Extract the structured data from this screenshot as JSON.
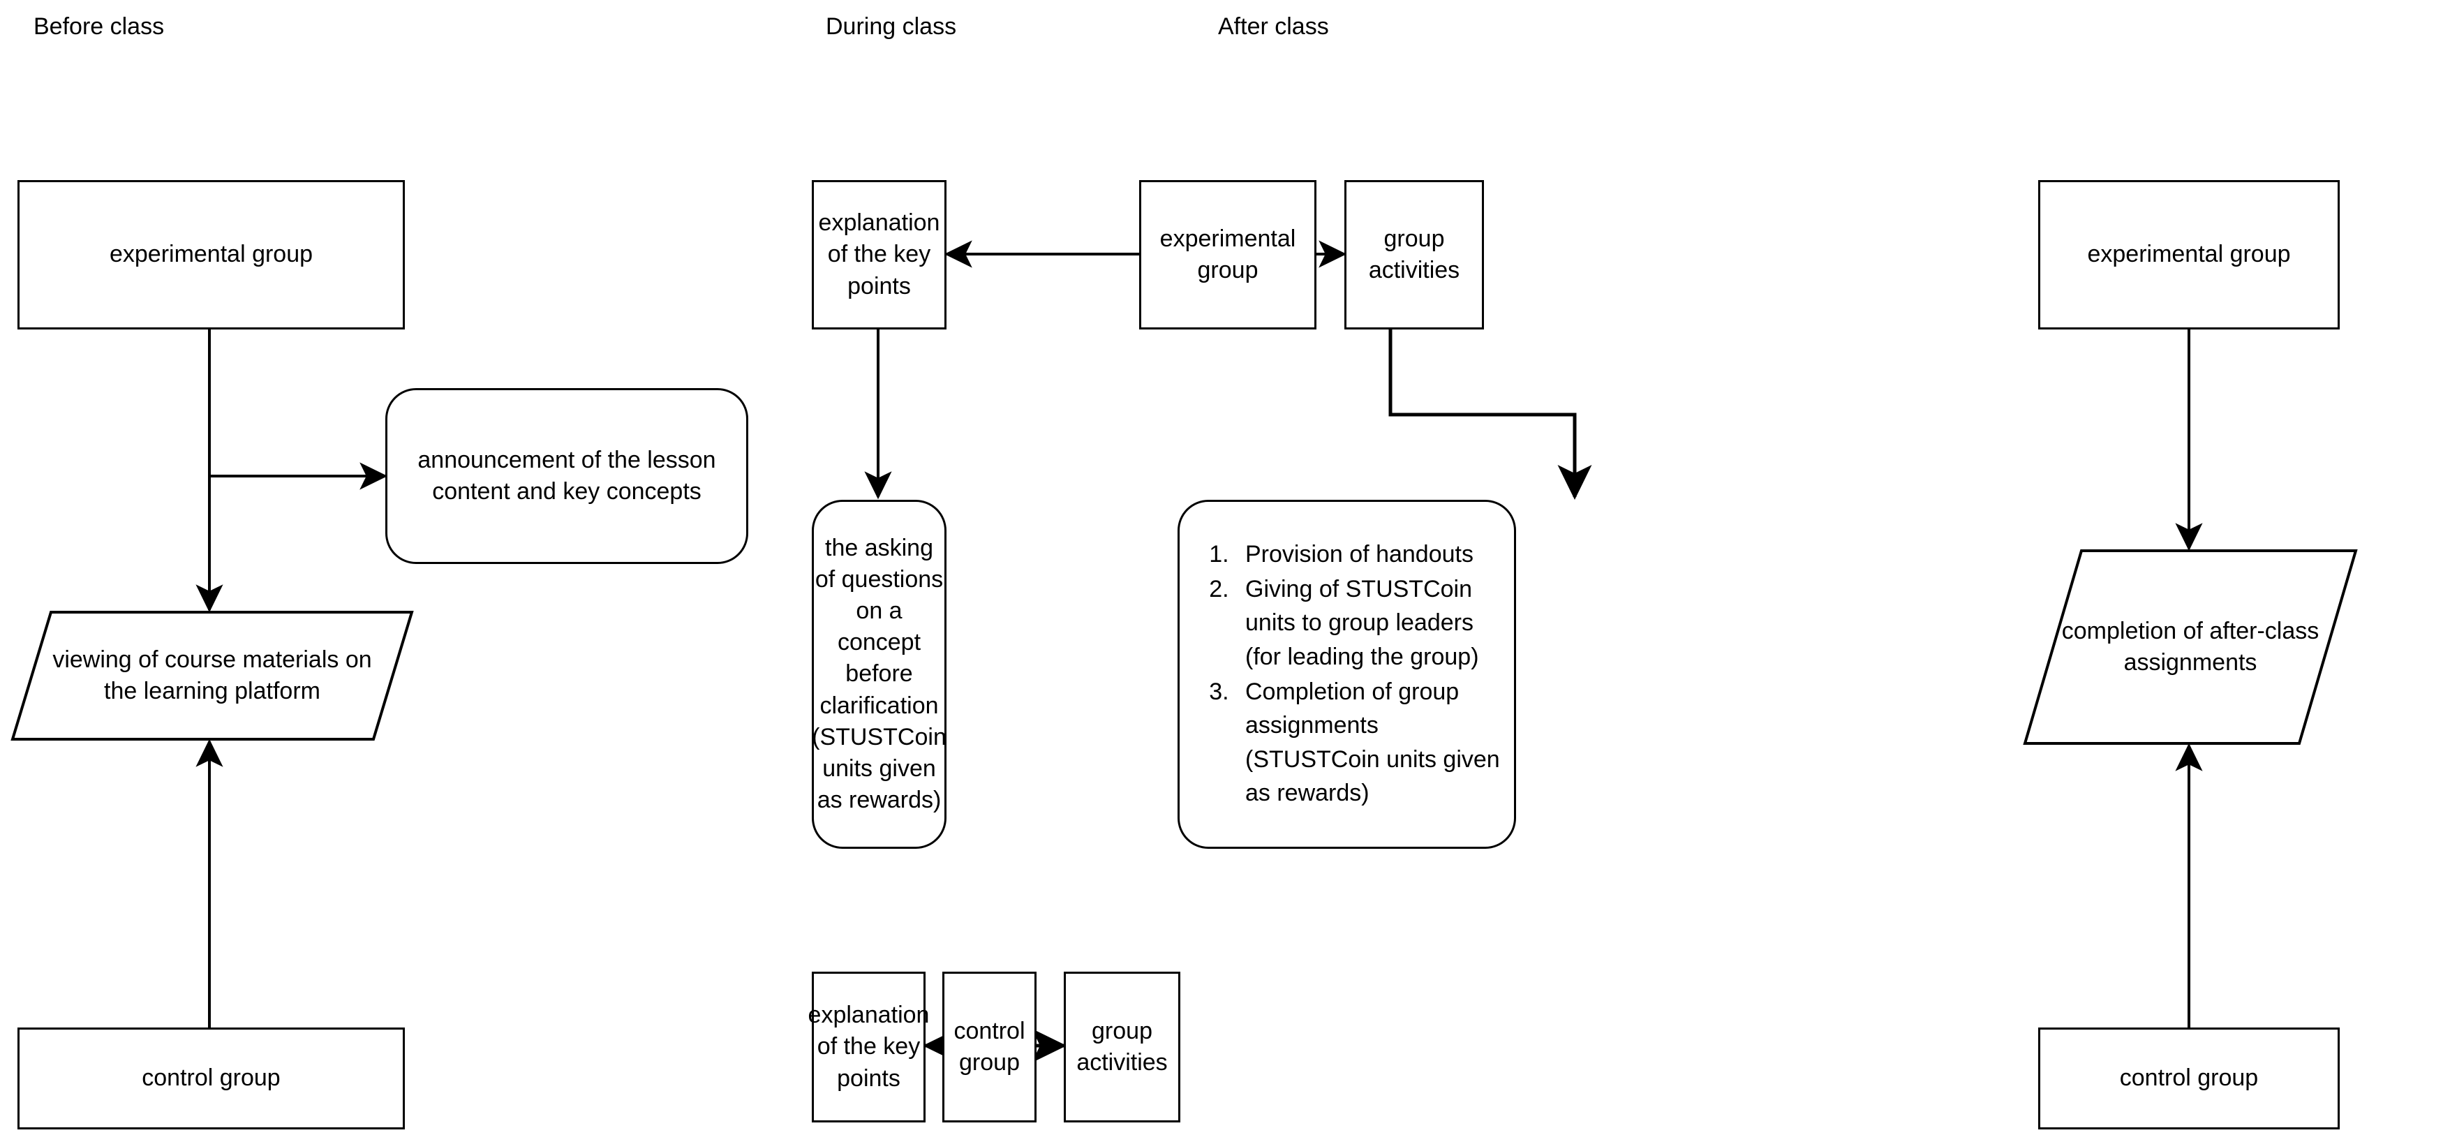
{
  "diagram": {
    "title": "Teaching activity flow by class phase",
    "stroke_color": "#000000",
    "background_color": "#ffffff",
    "phases": [
      {
        "id": "before",
        "label": "Before class"
      },
      {
        "id": "during",
        "label": "During class"
      },
      {
        "id": "after",
        "label": "After class"
      }
    ],
    "nodes": {
      "before_experimental_group": "experimental group",
      "before_announcement": "announcement of the lesson content and key concepts",
      "before_viewing": "viewing of course materials on the learning platform",
      "before_control_group": "control group",
      "during_explanation_exp": "explanation of the key points",
      "during_asking_questions": "the asking of questions on a concept before clarification (STUSTCoin units given as rewards)",
      "during_explanation_ctrl": "explanation of the key points",
      "after_experimental_group": "experimental group",
      "after_group_activities_exp": "group activities",
      "after_control_group": "control group",
      "after_group_activities_ctrl": "group activities",
      "after_tasks_title": "",
      "after_tasks_items": [
        "Provision of handouts",
        "Giving of STUSTCoin units to group leaders (for leading the group)",
        "Completion of group assignments (STUSTCoin units given as rewards)"
      ],
      "post_experimental_group": "experimental group",
      "post_completion_assignments": "completion of after-class assignments",
      "post_control_group": "control group"
    },
    "edges": [
      {
        "from": "before_experimental_group",
        "to": "before_viewing",
        "style": "elbow-down",
        "arrow": "to"
      },
      {
        "from": "before_experimental_group",
        "to": "before_announcement",
        "style": "branch-right",
        "arrow": "to"
      },
      {
        "from": "before_control_group",
        "to": "before_viewing",
        "style": "straight-up",
        "arrow": "to"
      },
      {
        "from": "after_experimental_group",
        "to": "during_explanation_exp",
        "style": "straight-left",
        "arrow": "to"
      },
      {
        "from": "after_experimental_group",
        "to": "after_group_activities_exp",
        "style": "straight-right",
        "arrow": "to"
      },
      {
        "from": "after_experimental_group",
        "to": "after_tasks_items",
        "style": "elbow-down-right",
        "arrow": "to"
      },
      {
        "from": "during_explanation_exp",
        "to": "during_asking_questions",
        "style": "straight-down",
        "arrow": "to"
      },
      {
        "from": "after_control_group",
        "to": "during_explanation_ctrl",
        "style": "straight-left",
        "arrow": "to"
      },
      {
        "from": "after_control_group",
        "to": "after_group_activities_ctrl",
        "style": "straight-right",
        "arrow": "to"
      },
      {
        "from": "post_experimental_group",
        "to": "post_completion_assignments",
        "style": "straight-down",
        "arrow": "to"
      },
      {
        "from": "post_control_group",
        "to": "post_completion_assignments",
        "style": "straight-up",
        "arrow": "to"
      }
    ]
  }
}
